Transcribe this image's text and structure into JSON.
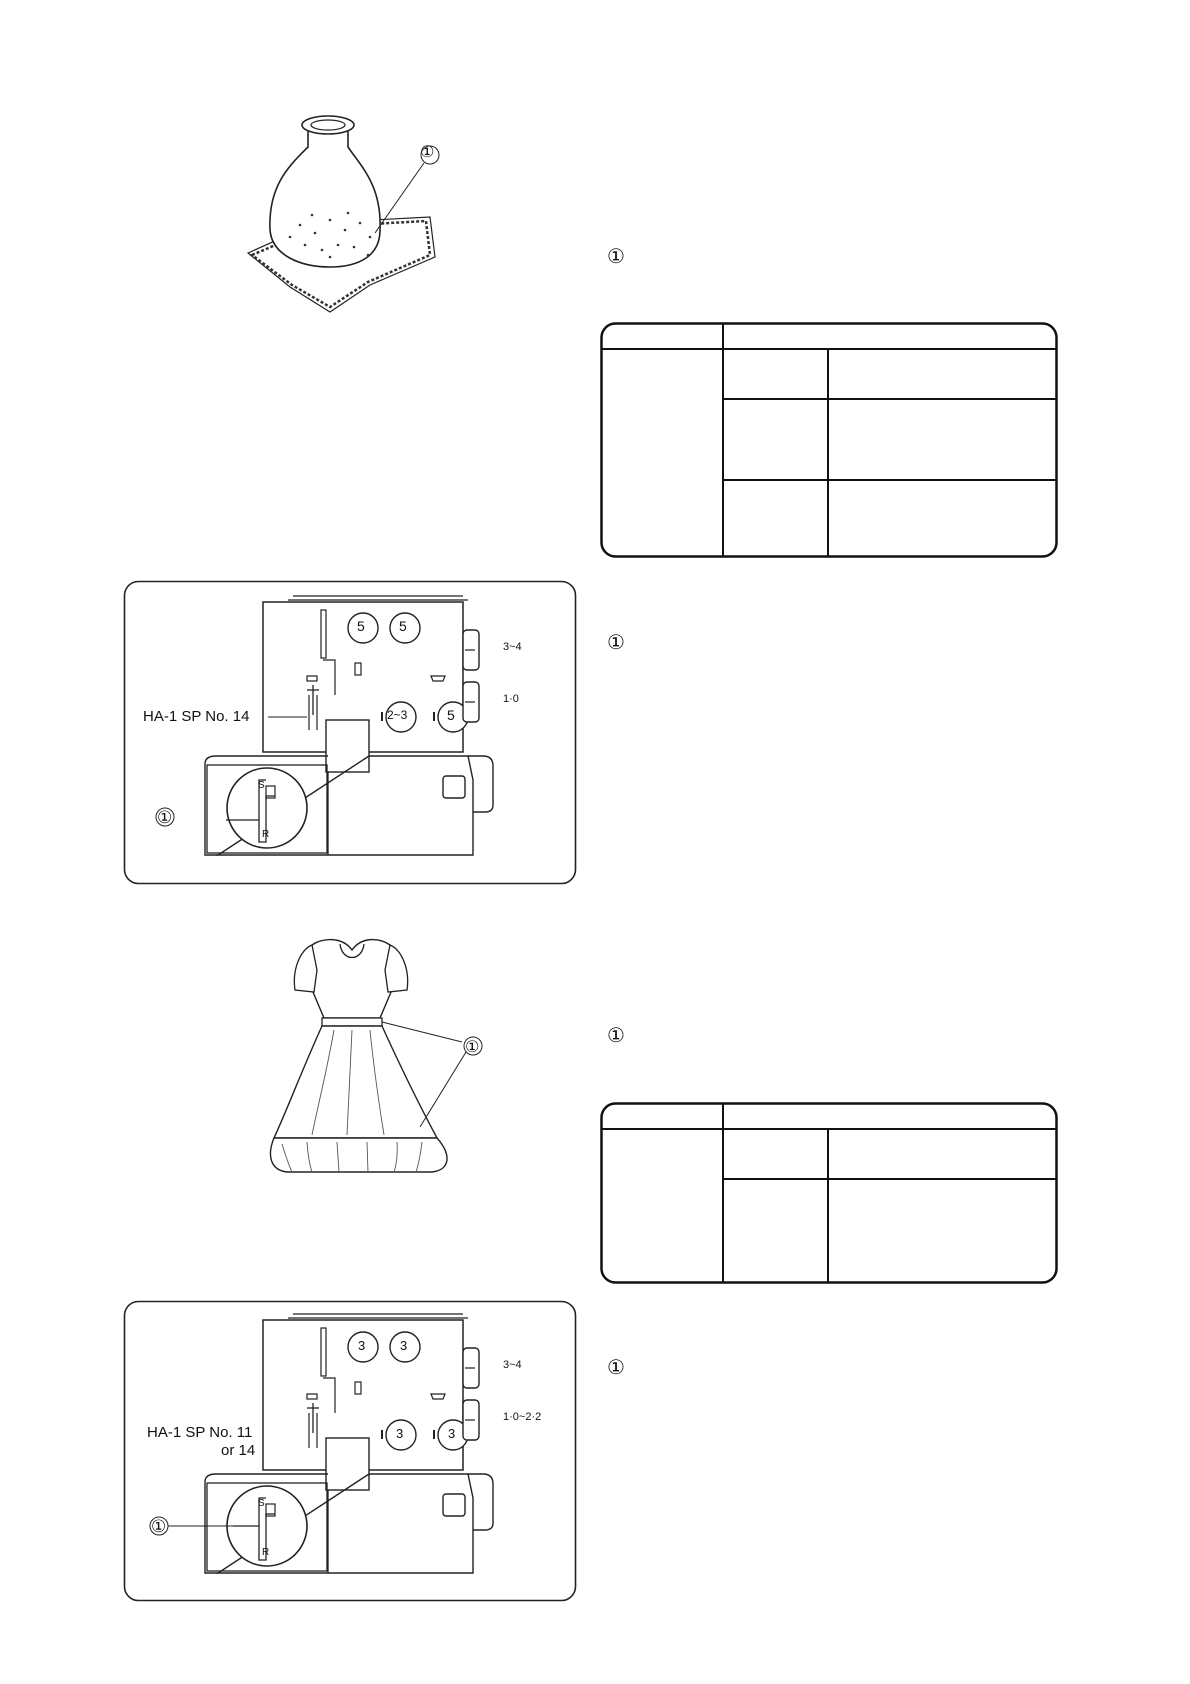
{
  "marker": "①",
  "top_illustration": {
    "callout": "①"
  },
  "machine_panel_1": {
    "dial_upper_left": "5",
    "dial_upper_right": "5",
    "dial_lower_left": "2~3",
    "dial_lower_right": "5",
    "right_knob_top": "3~4",
    "right_knob_bottom": "1·0",
    "needle_label": "HA-1 SP No. 14",
    "plate_s": "S",
    "plate_r": "R",
    "callout": "①"
  },
  "dress_illustration": {
    "callout": "①"
  },
  "machine_panel_2": {
    "dial_upper_left": "3",
    "dial_upper_right": "3",
    "dial_lower_left": "3",
    "dial_lower_right": "3",
    "right_knob_top": "3~4",
    "right_knob_bottom": "1·0~2·2",
    "needle_label_line1": "HA-1 SP No. 11",
    "needle_label_line2": "or 14",
    "plate_s": "S",
    "plate_r": "R",
    "callout": "①"
  },
  "right_column": {
    "marker_1": "①",
    "marker_2": "①",
    "marker_3": "①",
    "marker_4": "①"
  }
}
